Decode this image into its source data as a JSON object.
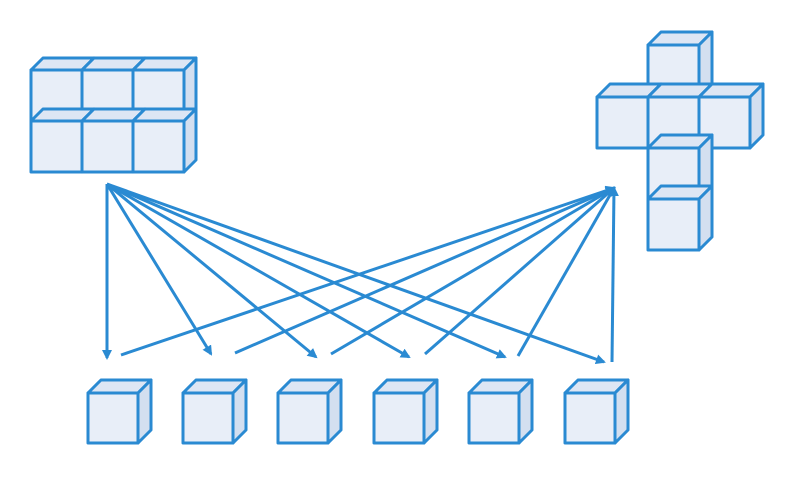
{
  "colors": {
    "stroke": "#2a8ad2",
    "face_front": "#e8eef8",
    "face_top": "#dde6f4",
    "face_side": "#d3dff0",
    "background": "#ffffff"
  },
  "diagram": {
    "source_shape": {
      "name": "2x3 block",
      "rows": 2,
      "cols": 3,
      "cube_count": 6
    },
    "target_shape": {
      "name": "cross",
      "cube_count": 6
    },
    "unit_cubes": {
      "count": 6
    },
    "arrows": {
      "from_source_to_units": 6,
      "from_units_to_target": 6
    }
  }
}
